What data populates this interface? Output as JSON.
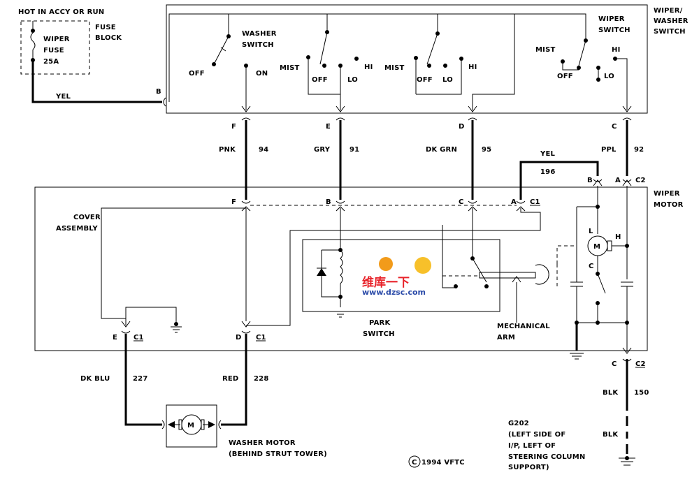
{
  "fuse": {
    "hot_label": "HOT IN ACCY OR RUN",
    "fuse_name": "WIPER",
    "fuse_word": "FUSE",
    "fuse_rating": "25A",
    "block_line1": "FUSE",
    "block_line2": "BLOCK",
    "wire_color": "YEL",
    "conn_letter": "B"
  },
  "wiper_switch": {
    "title1": "WIPER/",
    "title2": "WASHER",
    "title3": "SWITCH",
    "washer_switch1": "WASHER",
    "washer_switch2": "SWITCH",
    "wiper_switch1": "WIPER",
    "wiper_switch2": "SWITCH",
    "off": "OFF",
    "on": "ON",
    "mist": "MIST",
    "lo": "LO",
    "hi": "HI"
  },
  "connectors": {
    "F": "F",
    "E": "E",
    "D": "D",
    "C": "C",
    "B": "B",
    "A": "A",
    "C1": "C1",
    "C2": "C2"
  },
  "wires": {
    "pnk": "PNK",
    "pnk_num": "94",
    "gry": "GRY",
    "gry_num": "91",
    "dkgrn": "DK GRN",
    "dkgrn_num": "95",
    "ppl": "PPL",
    "ppl_num": "92",
    "yel": "YEL",
    "yel_num": "196",
    "dkblu": "DK BLU",
    "dkblu_num": "227",
    "red": "RED",
    "red_num": "228",
    "blk": "BLK",
    "blk_num": "150",
    "blk2": "BLK"
  },
  "motor": {
    "title1": "WIPER",
    "title2": "MOTOR",
    "cover1": "COVER",
    "cover2": "ASSEMBLY",
    "park1": "PARK",
    "park2": "SWITCH",
    "arm1": "MECHANICAL",
    "arm2": "ARM",
    "L": "L",
    "H": "H",
    "C": "C",
    "M": "M"
  },
  "washer_motor": {
    "label1": "WASHER MOTOR",
    "label2": "(BEHIND STRUT TOWER)",
    "M": "M"
  },
  "ground": {
    "g1": "G202",
    "g2": "(LEFT SIDE OF",
    "g3": "I/P, LEFT OF",
    "g4": "STEERING COLUMN",
    "g5": "SUPPORT)"
  },
  "copyright": "1994 VFTC",
  "watermark": {
    "cn": "维库一下",
    "url": "www.dzsc.com"
  }
}
